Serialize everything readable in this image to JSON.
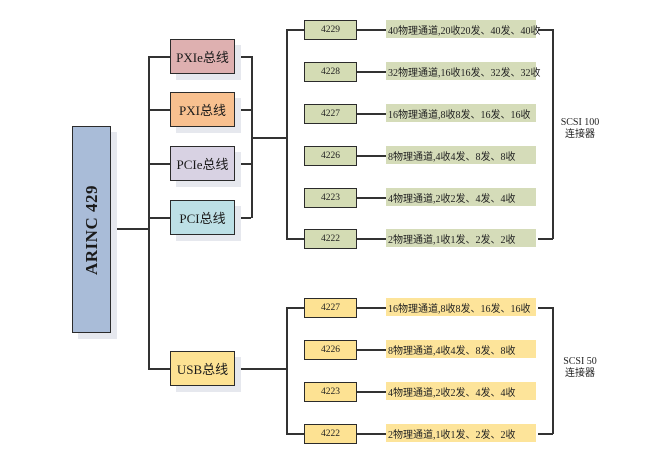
{
  "root": {
    "label": "ARINC 429",
    "color": "#a9bcd8"
  },
  "buses": [
    {
      "label": "PXIe总线",
      "color": "#deb0b0"
    },
    {
      "label": "PXI总线",
      "color": "#f8c08f"
    },
    {
      "label": "PCIe总线",
      "color": "#d8d2e3"
    },
    {
      "label": "PCI总线",
      "color": "#bde0e6"
    },
    {
      "label": "USB总线",
      "color": "#fde293"
    }
  ],
  "groups": [
    {
      "source_buses": [
        "PXIe总线",
        "PXI总线",
        "PCIe总线",
        "PCI总线"
      ],
      "connector": {
        "line1": "SCSI 100",
        "line2": "连接器"
      },
      "rows": [
        {
          "model": "4229",
          "desc": "40物理通道,20收20发、40发、40收"
        },
        {
          "model": "4228",
          "desc": "32物理通道,16收16发、32发、32收"
        },
        {
          "model": "4227",
          "desc": "16物理通道,8收8发、16发、16收"
        },
        {
          "model": "4226",
          "desc": "8物理通道,4收4发、8发、8收"
        },
        {
          "model": "4223",
          "desc": "4物理通道,2收2发、4发、4收"
        },
        {
          "model": "4222",
          "desc": "2物理通道,1收1发、2发、2收"
        }
      ]
    },
    {
      "source_buses": [
        "USB总线"
      ],
      "connector": {
        "line1": "SCSI 50",
        "line2": "连接器"
      },
      "rows": [
        {
          "model": "4227",
          "desc": "16物理通道,8收8发、16发、16收"
        },
        {
          "model": "4226",
          "desc": "8物理通道,4收4发、8发、8收"
        },
        {
          "model": "4223",
          "desc": "4物理通道,2收2发、4发、4收"
        },
        {
          "model": "4222",
          "desc": "2物理通道,1收1发、2发、2收"
        }
      ]
    }
  ]
}
